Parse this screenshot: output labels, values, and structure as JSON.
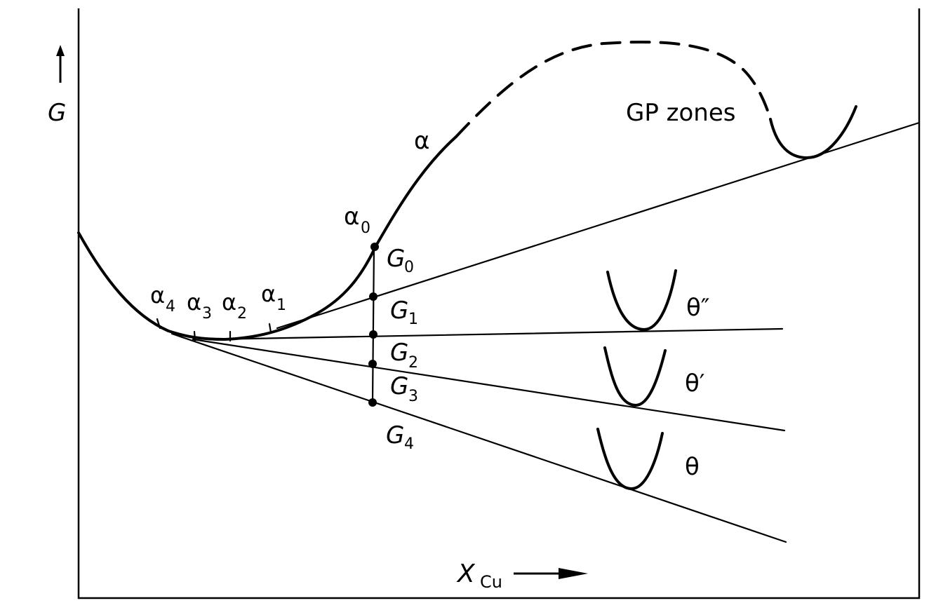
{
  "axes": {
    "y_label": "G",
    "x_label_main": "X",
    "x_label_sub": "Cu"
  },
  "curves": {
    "alpha_label": "α",
    "alpha0_label": "α",
    "alpha0_sub": "0",
    "gp_zones_label": "GP zones",
    "theta_double_prime_label": "θ″",
    "theta_prime_label": "θ′",
    "theta_label": "θ"
  },
  "tangent_points": [
    {
      "name": "α",
      "sub": "1"
    },
    {
      "name": "α",
      "sub": "2"
    },
    {
      "name": "α",
      "sub": "3"
    },
    {
      "name": "α",
      "sub": "4"
    }
  ],
  "free_energies": [
    {
      "name": "G",
      "sub": "0"
    },
    {
      "name": "G",
      "sub": "1"
    },
    {
      "name": "G",
      "sub": "2"
    },
    {
      "name": "G",
      "sub": "3"
    },
    {
      "name": "G",
      "sub": "4"
    }
  ]
}
